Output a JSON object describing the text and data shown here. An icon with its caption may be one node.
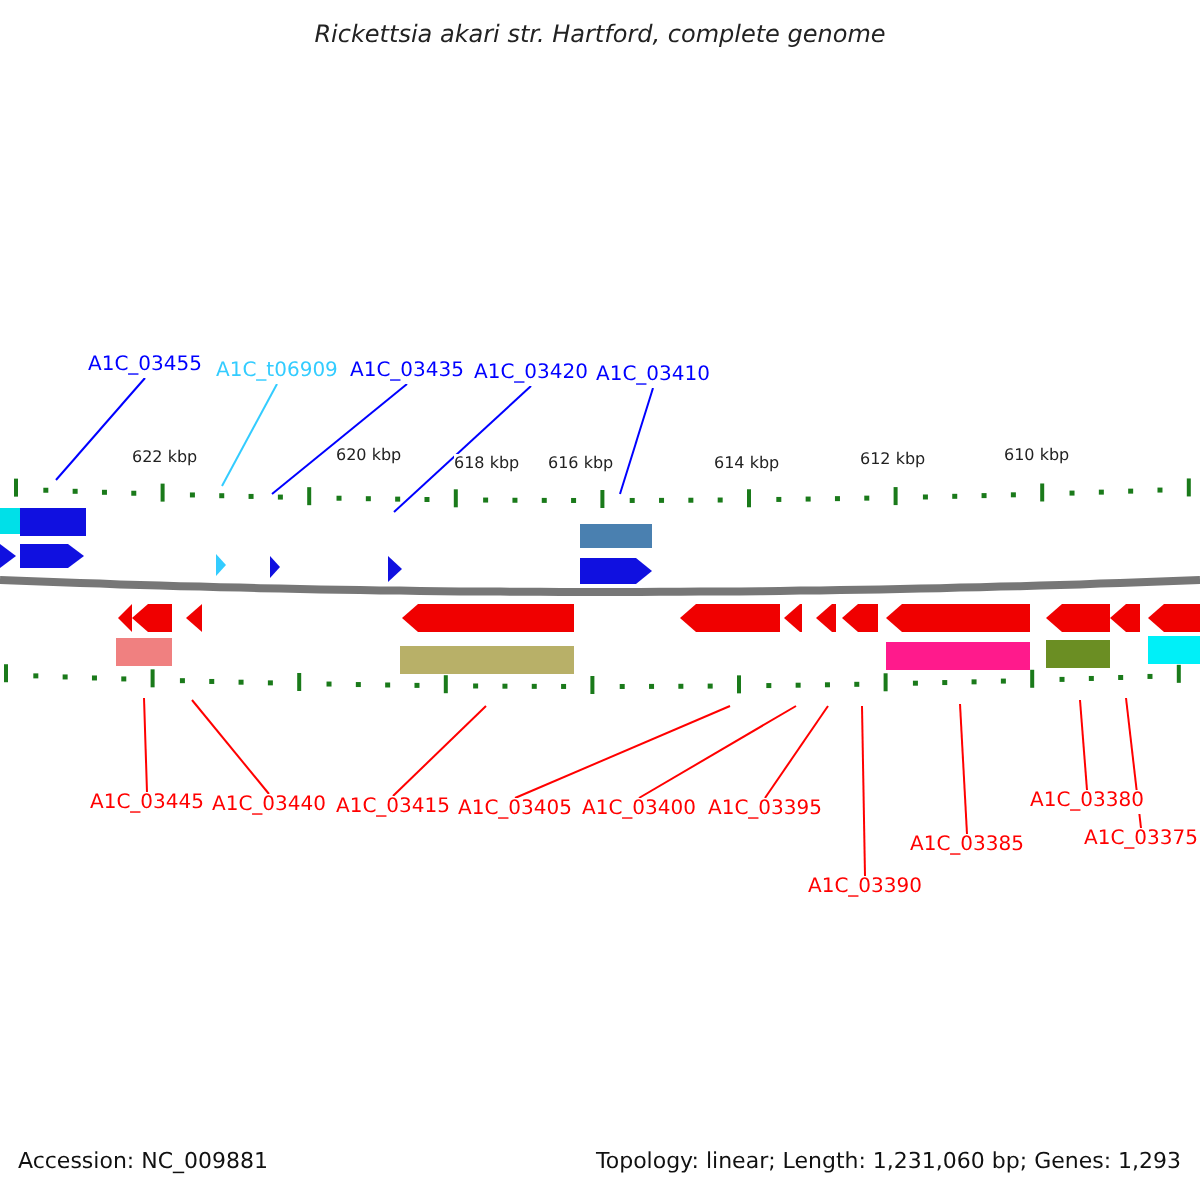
{
  "diagram": {
    "title": "Rickettsia akari str. Hartford, complete genome",
    "nodes": [
      {
        "text": [
          "A1C_03455"
        ]
      },
      {
        "text": [
          "A1C_t06909"
        ]
      },
      {
        "text": [
          "A1C_03435"
        ]
      },
      {
        "text": [
          "A1C_03420"
        ]
      },
      {
        "text": [
          "A1C_03410"
        ]
      },
      {
        "text": [
          "A1C_03445"
        ]
      },
      {
        "text": [
          "A1C_03440"
        ]
      },
      {
        "text": [
          "A1C_03415"
        ]
      },
      {
        "text": [
          "A1C_03405"
        ]
      },
      {
        "text": [
          "A1C_03400"
        ]
      },
      {
        "text": [
          "A1C_03395"
        ]
      },
      {
        "text": [
          "A1C_03390"
        ]
      },
      {
        "text": [
          "A1C_03385"
        ]
      },
      {
        "text": [
          "A1C_03380"
        ]
      },
      {
        "text": [
          "A1C_03375"
        ]
      }
    ],
    "edges": [
      {
        "from": 0,
        "to": null,
        "arrow": "none",
        "color": "#0000ff"
      },
      {
        "from": 1,
        "to": null,
        "arrow": "none",
        "color": "#33ccff"
      },
      {
        "from": 2,
        "to": null,
        "arrow": "none",
        "color": "#0000ff"
      },
      {
        "from": 3,
        "to": null,
        "arrow": "none",
        "color": "#0000ff"
      },
      {
        "from": 4,
        "to": null,
        "arrow": "none",
        "color": "#0000ff"
      },
      {
        "from": 5,
        "to": null,
        "arrow": "none"
      },
      {
        "from": 6,
        "to": null,
        "arrow": "none"
      },
      {
        "from": 7,
        "to": null,
        "arrow": "none"
      },
      {
        "from": 8,
        "to": null,
        "arrow": "none"
      },
      {
        "from": 9,
        "to": null,
        "arrow": "none"
      },
      {
        "from": 10,
        "to": null,
        "arrow": "none"
      },
      {
        "from": 11,
        "to": null,
        "arrow": "none"
      },
      {
        "from": 12,
        "to": null,
        "arrow": "none"
      },
      {
        "from": 13,
        "to": null,
        "arrow": "none"
      },
      {
        "from": 14,
        "to": null,
        "arrow": "none"
      }
    ],
    "labels": [
      "622 kbp",
      "620 kbp",
      "618 kbp",
      "616 kbp",
      "614 kbp",
      "612 kbp",
      "610 kbp",
      "Accession: NC_009881",
      "Topology: linear; Length: 1,231,060 bp; Genes: 1,293"
    ]
  }
}
